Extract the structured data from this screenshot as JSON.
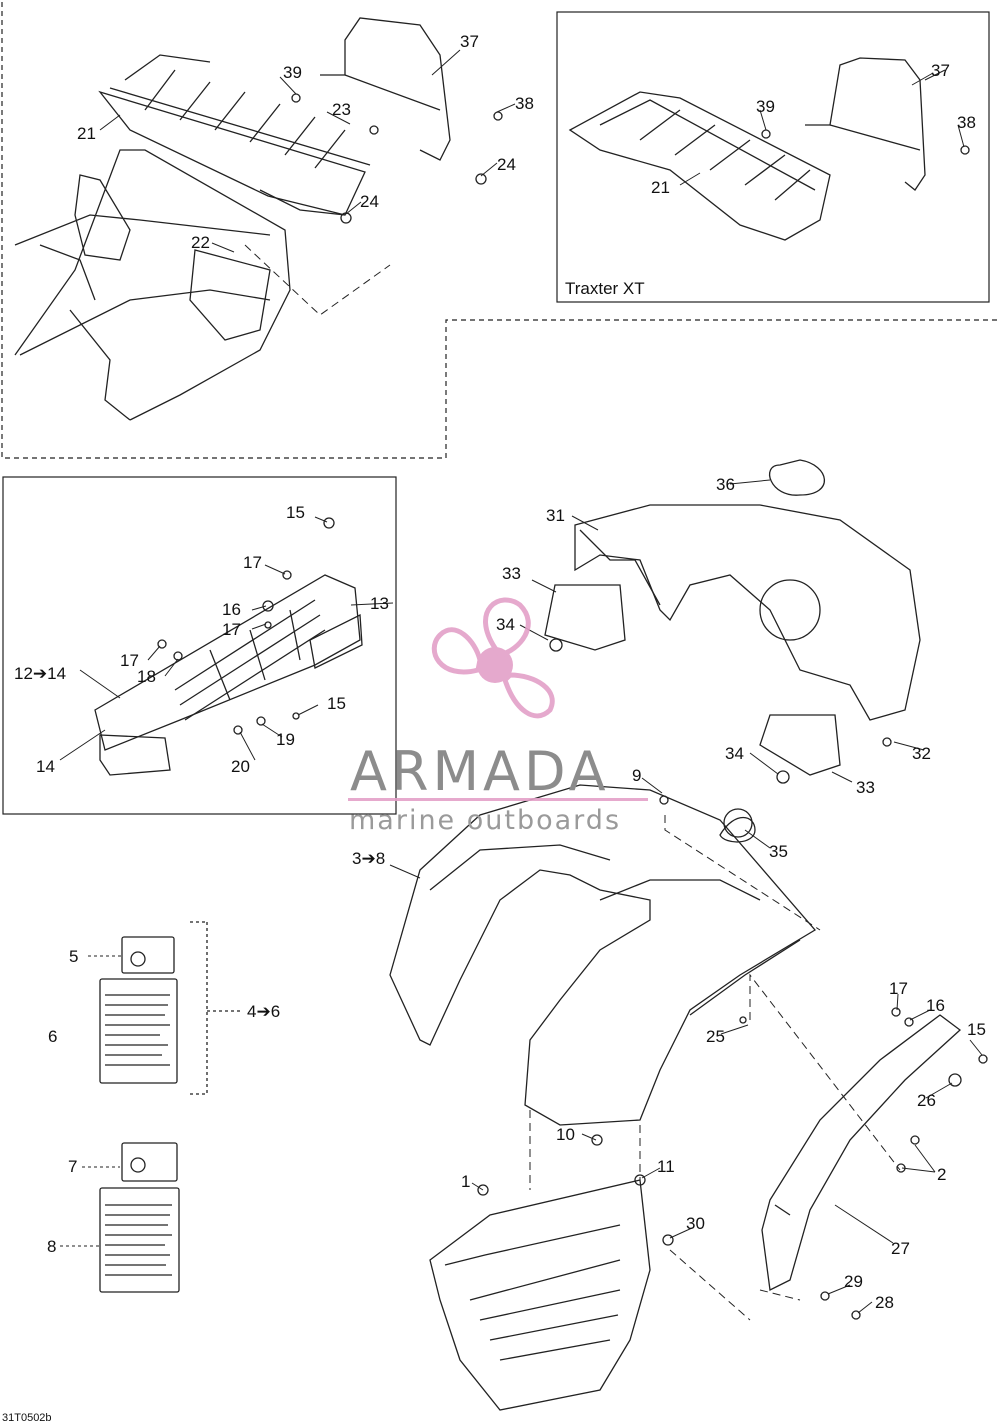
{
  "panels": {
    "variant_caption": "Traxter XT"
  },
  "callouts": [
    "1",
    "2",
    "3➔8",
    "4➔6",
    "5",
    "6",
    "7",
    "8",
    "9",
    "10",
    "11",
    "12➔14",
    "13",
    "14",
    "14",
    "15",
    "15",
    "15",
    "16",
    "16",
    "17",
    "17",
    "17",
    "17",
    "18",
    "19",
    "20",
    "21",
    "21",
    "22",
    "23",
    "24",
    "24",
    "25",
    "26",
    "27",
    "28",
    "29",
    "30",
    "31",
    "32",
    "33",
    "33",
    "34",
    "34",
    "35",
    "36",
    "37",
    "37",
    "38",
    "38",
    "39",
    "39"
  ],
  "figure_id": "31T0502b",
  "watermark": {
    "brand": "ARMADA",
    "tagline": "marine outboards",
    "colors": {
      "logo": "#e3a0c8",
      "text": "#8c8c8c",
      "rule": "#e3a0c8"
    }
  },
  "colors": {
    "line": "#222222",
    "background": "#ffffff"
  }
}
